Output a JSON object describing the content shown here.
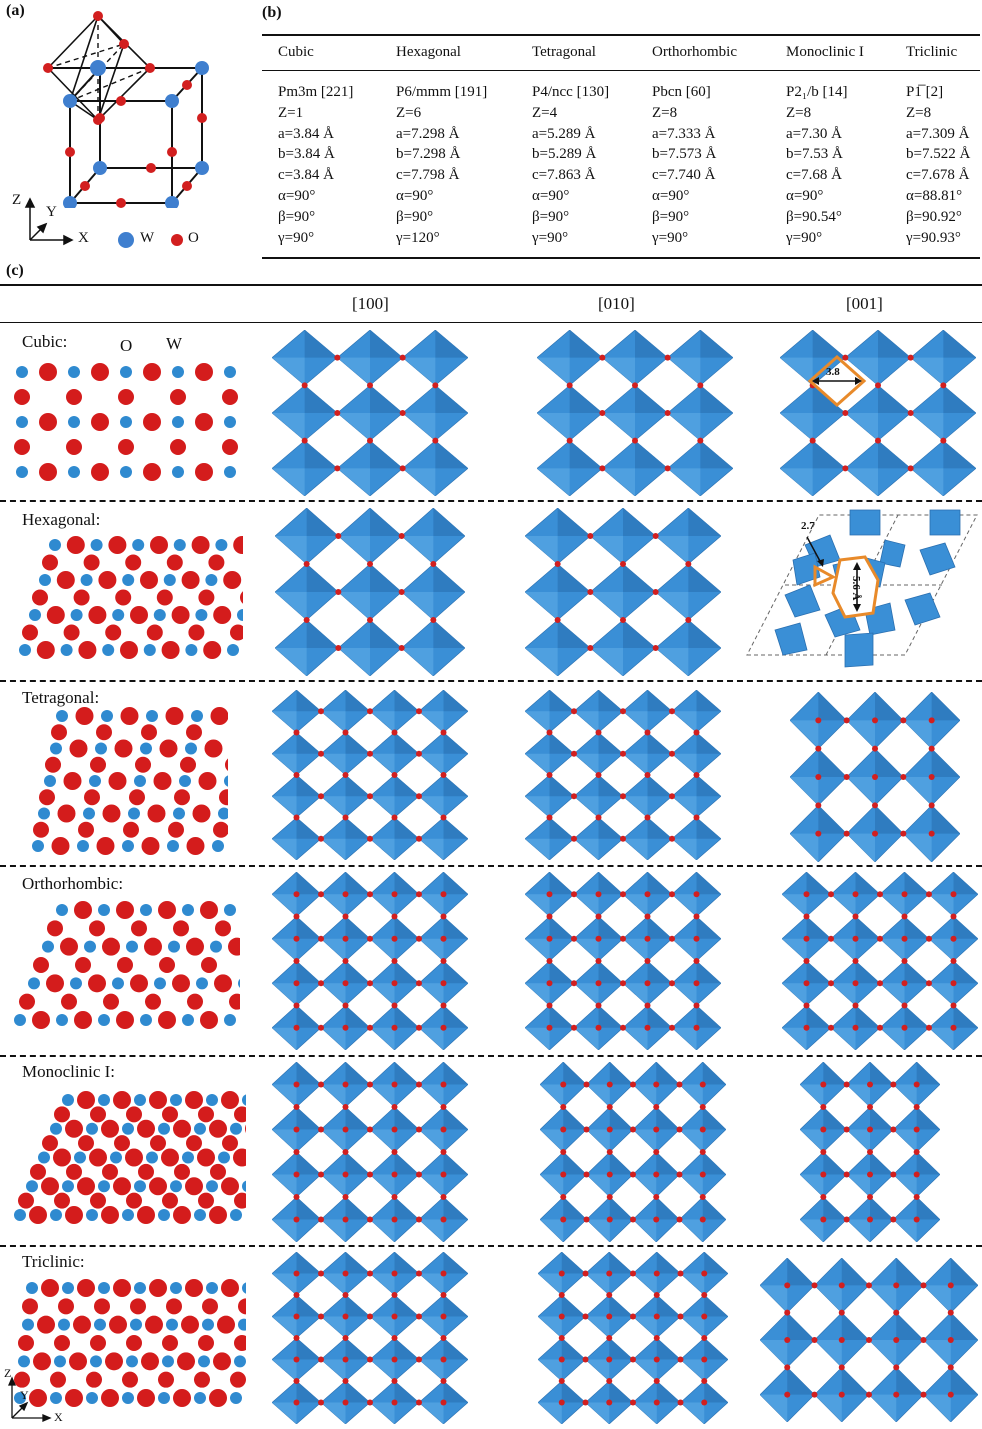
{
  "panel_a": {
    "label": "(a)",
    "axes": {
      "z": "Z",
      "y": "Y",
      "x": "X"
    },
    "legend": [
      {
        "symbol": "blue-dot",
        "text": "W",
        "color": "#3f7fcf"
      },
      {
        "symbol": "red-dot",
        "text": "O",
        "color": "#d21f1f"
      }
    ]
  },
  "panel_b": {
    "label": "(b)",
    "columns": [
      "Cubic",
      "Hexagonal",
      "Tetragonal",
      "Orthorhombic",
      "Monoclinic I",
      "Triclinic"
    ],
    "space_groups": [
      "Pm3m [221]",
      "P6/mmm [191]",
      "P4/ncc [130]",
      "Pbcn [60]",
      "P2₁/b [14]",
      "P1̅ [2]"
    ],
    "rows": [
      [
        "Z=1",
        "Z=6",
        "Z=4",
        "Z=8",
        "Z=8",
        "Z=8"
      ],
      [
        "a=3.84 Å",
        "a=7.298 Å",
        "a=5.289 Å",
        "a=7.333 Å",
        "a=7.30 Å",
        "a=7.309 Å"
      ],
      [
        "b=3.84 Å",
        "b=7.298 Å",
        "b=5.289 Å",
        "b=7.573 Å",
        "b=7.53 Å",
        "b=7.522 Å"
      ],
      [
        "c=3.84 Å",
        "c=7.798 Å",
        "c=7.863 Å",
        "c=7.740 Å",
        "c=7.68 Å",
        "c=7.678 Å"
      ],
      [
        "α=90°",
        "α=90°",
        "α=90°",
        "α=90°",
        "α=90°",
        "α=88.81°"
      ],
      [
        "β=90°",
        "β=90°",
        "β=90°",
        "β=90°",
        "β=90.54°",
        "β=90.92°"
      ],
      [
        "γ=90°",
        "γ=120°",
        "γ=90°",
        "γ=90°",
        "γ=90°",
        "γ=90.93°"
      ]
    ]
  },
  "panel_c": {
    "label": "(c)",
    "directions": [
      "[100]",
      "[010]",
      "[001]"
    ],
    "rows": [
      "Cubic:",
      "Hexagonal:",
      "Tetragonal:",
      "Orthorhombic:",
      "Monoclinic I:",
      "Triclinic:"
    ],
    "annotations": {
      "cubic_o": "O",
      "cubic_w": "W",
      "cubic_001_dim": "3.8",
      "hex_001_small": "2.7",
      "hex_001_large": "5.6 Å"
    },
    "axes": {
      "z": "Z",
      "y": "Y",
      "x": "X"
    }
  },
  "colors": {
    "octahedron": "#3a8fd6",
    "oxygen": "#d21f1f",
    "highlight": "#e88a2a"
  }
}
